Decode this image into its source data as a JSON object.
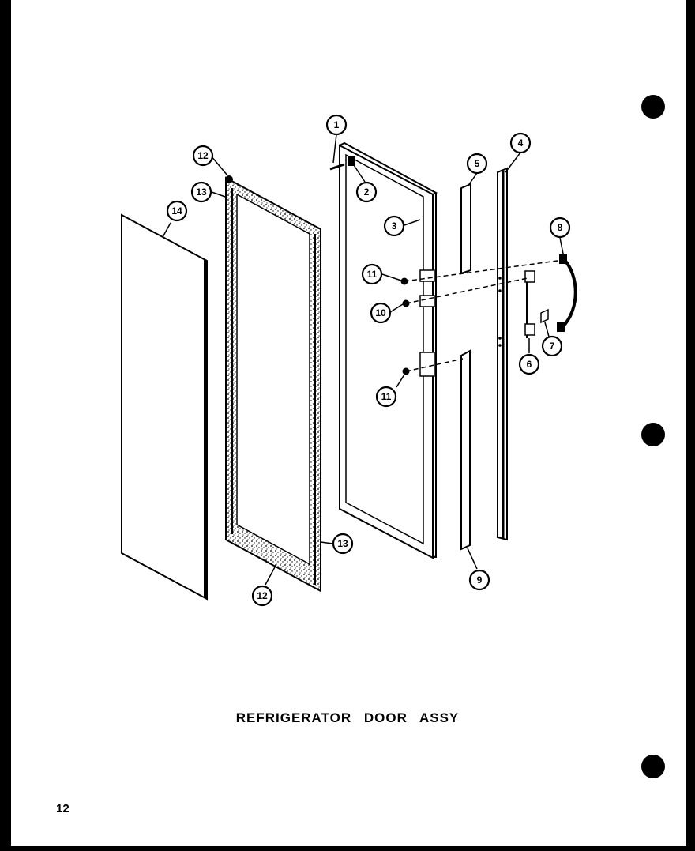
{
  "title": "REFRIGERATOR DOOR ASSY",
  "page_number": "12",
  "callouts": [
    "1",
    "2",
    "3",
    "4",
    "5",
    "6",
    "7",
    "8",
    "9",
    "10",
    "11",
    "12",
    "13",
    "14"
  ],
  "colors": {
    "ink": "#000000",
    "paper": "#ffffff",
    "background": "#000000"
  }
}
